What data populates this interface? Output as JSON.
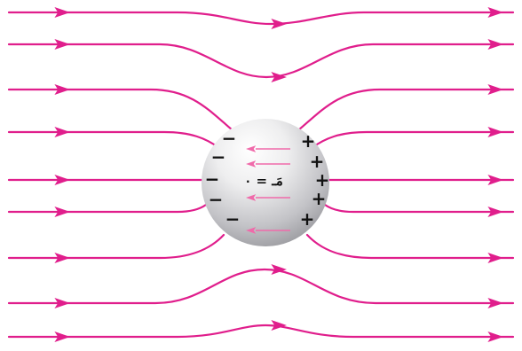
{
  "diagram": {
    "description_colors": {
      "field_line": "#e01e8c",
      "internal_arrow": "#f06aaa",
      "sphere_light": "#ffffff",
      "sphere_dark": "#8f8f94",
      "charge_text": "#111111",
      "background": "#ffffff"
    },
    "field_line_count": 9,
    "internal_arrow_count": 4,
    "label": "مَـ = ٠",
    "negative_symbol": "−",
    "positive_symbol": "+",
    "negative_charge_count": 5,
    "positive_charge_count": 5
  }
}
